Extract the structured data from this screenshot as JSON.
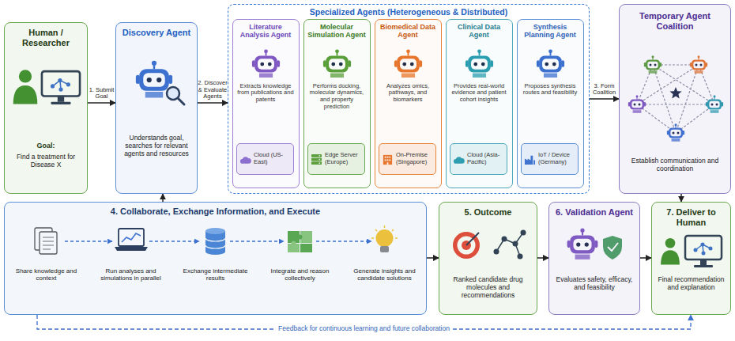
{
  "diagram": {
    "nodes": [
      {
        "text": [
          "Human / Researcher",
          "Goal:",
          "Find a treatment for Disease X"
        ]
      },
      {
        "text": [
          "Discovery Agent",
          "Understands goal, searches for relevant agents and resources"
        ]
      },
      {
        "text": [
          "Specialized Agents (Heterogeneous & Distributed)"
        ]
      },
      {
        "text": [
          "Literature Analysis Agent",
          "Extracts knowledge from publications and patents"
        ],
        "in": 2
      },
      {
        "text": [
          "Cloud (US-East)"
        ],
        "in": 3
      },
      {
        "text": [
          "Molecular Simulation Agent",
          "Performs docking, molecular dynamics, and property prediction"
        ],
        "in": 2
      },
      {
        "text": [
          "Edge Server (Europe)"
        ],
        "in": 5
      },
      {
        "text": [
          "Biomedical Data Agent",
          "Analyzes omics, pathways, and biomarkers"
        ],
        "in": 2
      },
      {
        "text": [
          "On-Premise (Singapore)"
        ],
        "in": 7
      },
      {
        "text": [
          "Clinical Data Agent",
          "Provides real-world evidence and patient cohort insights"
        ],
        "in": 2
      },
      {
        "text": [
          "Cloud (Asia-Pacific)"
        ],
        "in": 9
      },
      {
        "text": [
          "Synthesis Planning Agent",
          "Proposes synthesis routes and feasibility"
        ],
        "in": 2
      },
      {
        "text": [
          "IoT / Device (Germany)"
        ],
        "in": 11
      },
      {
        "text": [
          "Temporary Agent Coalition",
          "Establish communication and coordination"
        ]
      },
      {
        "text": [
          "4. Collaborate, Exchange Information, and Execute"
        ]
      },
      {
        "text": [
          "5. Outcome",
          "Ranked candidate drug molecules and recommendations"
        ]
      },
      {
        "text": [
          "6. Validation Agent",
          "Evaluates safety, efficacy, and feasibility"
        ]
      },
      {
        "text": [
          "7. Deliver to Human",
          "Final recommendation and explanation"
        ]
      }
    ],
    "edges": [
      {
        "from": 0,
        "to": 1,
        "arrow": "to",
        "label": "1. Submit Goal"
      },
      {
        "from": 1,
        "to": 2,
        "arrow": "to",
        "label": "2. Discover & Evaluate Agents"
      },
      {
        "from": 2,
        "to": 13,
        "arrow": "to",
        "label": "3. Form Coalition"
      },
      {
        "from": 13,
        "to": 17,
        "arrow": "to"
      },
      {
        "from": 14,
        "to": 1,
        "arrow": "to"
      },
      {
        "from": 14,
        "to": 15,
        "arrow": "to"
      },
      {
        "from": 15,
        "to": 16,
        "arrow": "to"
      },
      {
        "from": 16,
        "to": 17,
        "arrow": "to"
      },
      {
        "from": 14,
        "to": 17,
        "arrow": "to",
        "label": "Feedback for continuous learning and future collaboration"
      }
    ],
    "labels": [
      "Share knowledge and context",
      "Run analyses and simulations in parallel",
      "Exchange intermediate results",
      "Integrate and reason collectively",
      "Generate insights and candidate solutions"
    ]
  }
}
